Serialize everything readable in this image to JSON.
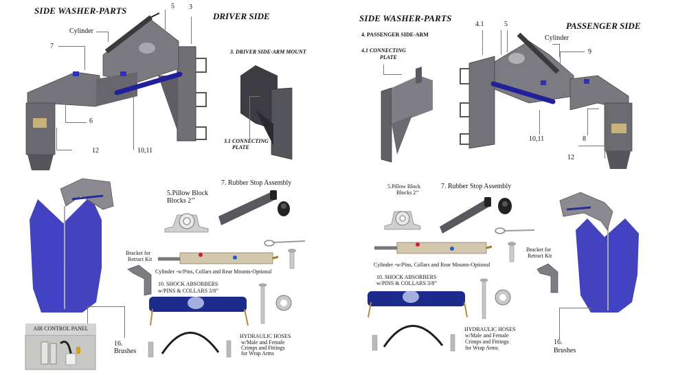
{
  "driver": {
    "title": "SIDE WASHER-PARTS",
    "side_label": "DRIVER SIDE",
    "callouts": {
      "cylinder": "Cylinder",
      "c5": "5",
      "c3": "3",
      "c7": "7",
      "c6": "6",
      "c12": "12",
      "c10_11": "10,11"
    },
    "mount_title": "3. DRIVER SIDE-ARM MOUNT",
    "plate_label_1": "3.1 CONNECTING",
    "plate_label_2": "PLATE"
  },
  "passenger": {
    "title": "SIDE WASHER-PARTS",
    "side_label": "PASSENGER SIDE",
    "arm_title": "4. PASSENGER  SIDE-ARM",
    "plate_label_1": "4.1 CONNECTING",
    "plate_label_2": "PLATE",
    "callouts": {
      "c4_1": "4.1",
      "c5": "5",
      "cylinder": "Cylinder",
      "c9": "9",
      "c10_11": "10,11",
      "c8": "8",
      "c12": "12"
    }
  },
  "parts_left": {
    "pillow_block_1": "5.Pillow Block",
    "pillow_block_2": "Blocks 2’’",
    "rubber_stop": "7. Rubber Stop Assembly",
    "bracket_1": "Bracket  for",
    "bracket_2": "Retract Kit",
    "cylinder_optional": "Cylinder -w/Pins, Collars and Rear Mounts-Optional",
    "shock_1": "10. SHOCK ABSORBERS",
    "shock_2": "w/PINS & COLLARS 3/8”",
    "hoses_1": "HYDRAULIC HOSES",
    "hoses_2": "w/Male and Female",
    "hoses_3": "Crimps and Fittings",
    "hoses_4": "for Wrap Arms",
    "brushes_1": "16.",
    "brushes_2": "Brushes",
    "air_panel": "AIR CONTROL PANEL"
  },
  "parts_right": {
    "pillow_block_1": "5.Pillow Block",
    "pillow_block_2": "Blocks 2’’",
    "rubber_stop": "7. Rubber Stop Assembly",
    "bracket_1": "Bracket for",
    "bracket_2": "Retract Kit",
    "cylinder_optional": "Cylinder -w/Pins, Collars and Rear Mounts-Optional",
    "shock_1": "10. SHOCK ABSORBERS",
    "shock_2": "w/PINS & COLLARS 3/8”",
    "hoses_1": "HYDRAULIC HOSES",
    "hoses_2": "w/Male and Female",
    "hoses_3": "Crimps and Fittings",
    "hoses_4": "for Wrap Arms",
    "brushes_1": "16.",
    "brushes_2": "Brushes"
  },
  "colors": {
    "steel": "#6e6e72",
    "steel_light": "#9a9aa0",
    "steel_dark": "#4a4a50",
    "brush_blue": "#2b2bb0",
    "shock_blue": "#1c2a8c",
    "leader": "#777777"
  }
}
